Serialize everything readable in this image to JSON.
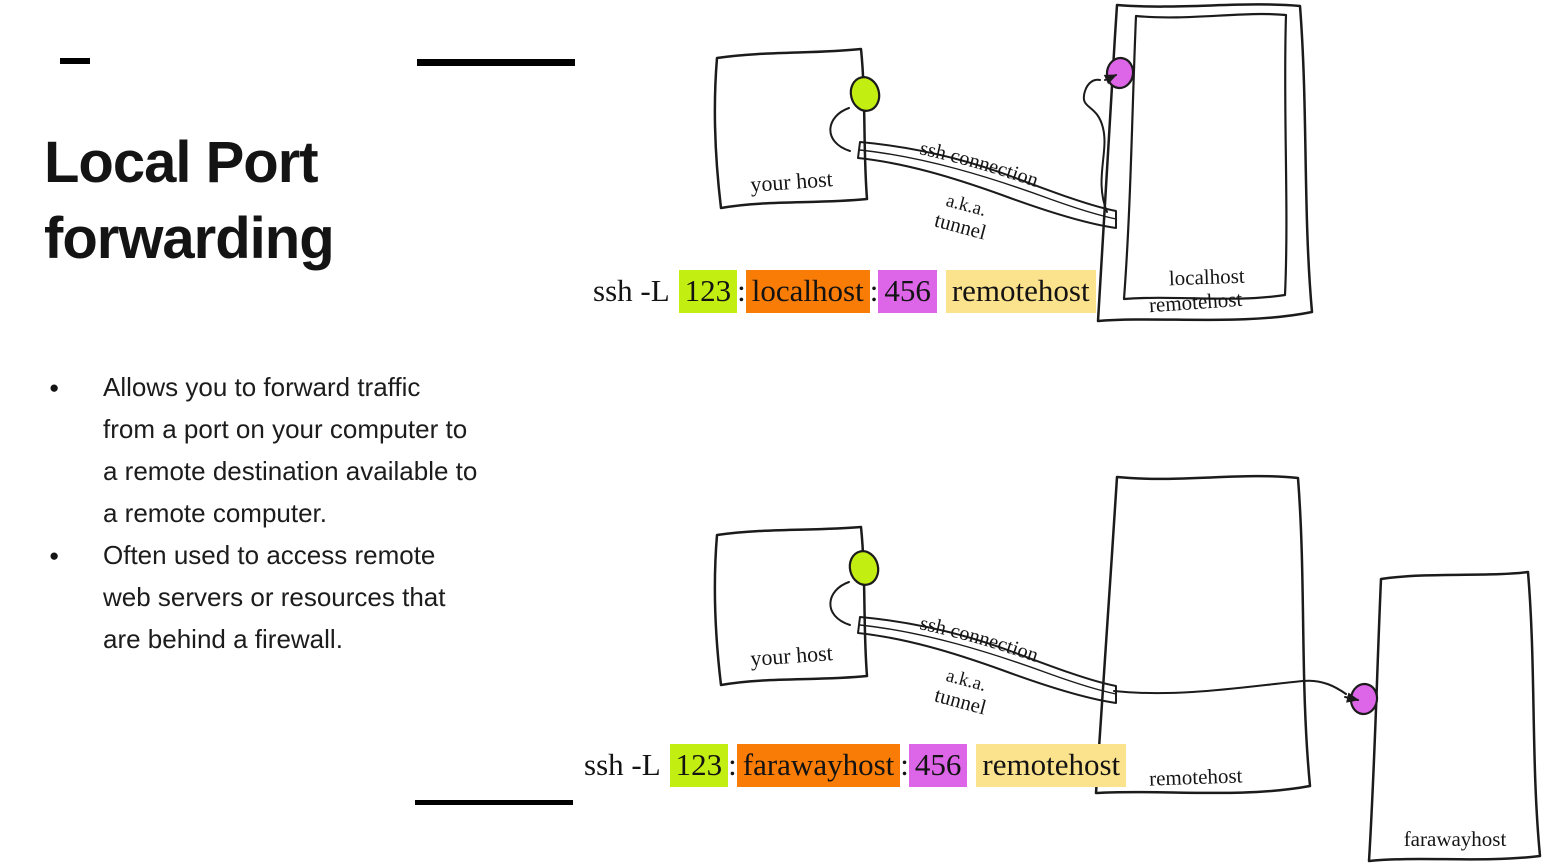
{
  "slide": {
    "title": "Local Port forwarding",
    "bullets": [
      "Allows you to forward traffic from a port on your computer to a remote destination available to a remote computer.",
      "Often used to access remote web servers or resources that are behind a firewall."
    ]
  },
  "colors": {
    "ink": "#1b1b1b",
    "host_blue": "#aacaf6",
    "host_yellow": "#fbe28c",
    "host_orange": "#f87c06",
    "port_green": "#c3ee11",
    "port_magenta": "#dd66e8",
    "tunnel_gray": "#e9e9e9"
  },
  "diagram1": {
    "your_host_label": "your host",
    "connection_label": "ssh connection",
    "aka_label": "a.k.a.",
    "tunnel_label": "tunnel",
    "inner_host_label": "localhost",
    "outer_host_label": "remotehost",
    "command": {
      "prefix": "ssh -L",
      "local_port": "123",
      "separator1": ":",
      "destination": "localhost",
      "separator2": ":",
      "dest_port": "456",
      "remote_host": "remotehost"
    }
  },
  "diagram2": {
    "your_host_label": "your host",
    "connection_label": "ssh connection",
    "aka_label": "a.k.a.",
    "tunnel_label": "tunnel",
    "outer_host_label": "remotehost",
    "far_host_label": "farawayhost",
    "command": {
      "prefix": "ssh -L",
      "local_port": "123",
      "separator1": ":",
      "destination": "farawayhost",
      "separator2": ":",
      "dest_port": "456",
      "remote_host": "remotehost"
    }
  }
}
